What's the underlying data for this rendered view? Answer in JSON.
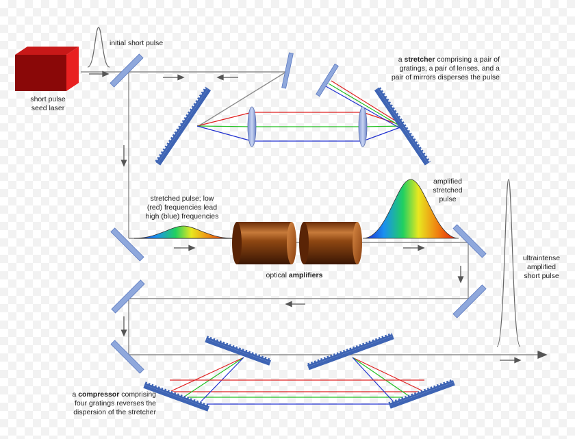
{
  "labels": {
    "seed_laser_1": "short pulse",
    "seed_laser_2": "seed laser",
    "initial_pulse": "initial short pulse",
    "stretcher_pre": "a ",
    "stretcher_bold": "stretcher",
    "stretcher_post": " comprising a pair of",
    "stretcher_2": "gratings, a pair of lenses, and a",
    "stretcher_3": "pair of mirrors disperses the pulse",
    "stretched_1": "stretched pulse; low",
    "stretched_2": "(red) frequencies lead",
    "stretched_3": "high (blue) frequencies",
    "amplified_1": "amplified",
    "amplified_2": "stretched",
    "amplified_3": "pulse",
    "amplifiers_pre": "optical ",
    "amplifiers_bold": "amplifiers",
    "ultra_1": "ultraintense",
    "ultra_2": "amplified",
    "ultra_3": "short pulse",
    "compressor_pre": "a ",
    "compressor_bold": "compressor",
    "compressor_post": " comprising",
    "compressor_2": "four gratings reverses the",
    "compressor_3": "dispersion of the stretcher"
  },
  "colors": {
    "beam": "#8c8c8c",
    "mirror": "#8fa8dc",
    "grating": "#3e64b4",
    "red": "#e02020",
    "green": "#20c020",
    "blue": "#2030d0",
    "laser": "#9b0b0b",
    "amplifier": "#a0501a"
  }
}
